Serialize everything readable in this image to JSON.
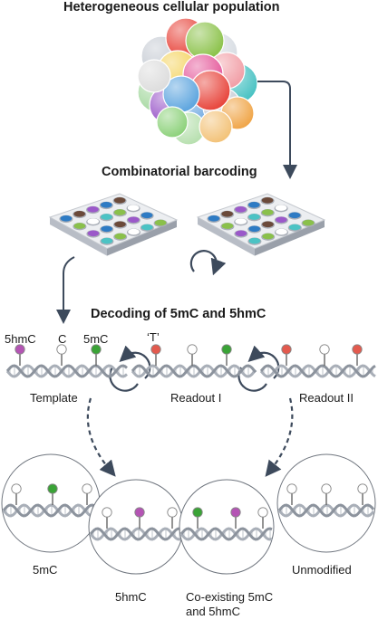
{
  "titles": {
    "population": "Heterogeneous cellular population",
    "barcoding": "Combinatorial barcoding",
    "decoding": "Decoding of 5mC and 5hmC"
  },
  "labels": {
    "m5hmC": "5hmC",
    "mC": "C",
    "m5mC": "5mC",
    "tMark": "‘T’",
    "template": "Template",
    "readout1": "Readout I",
    "readout2": "Readout II",
    "circle_5mC": "5mC",
    "circle_5hmC": "5hmC",
    "circle_coexist_line1": "Co-existing 5mC",
    "circle_coexist_line2": "and 5hmC",
    "circle_unmodified": "Unmodified"
  },
  "colors": {
    "mark_5hmC": "#b454b4",
    "mark_5mC": "#3aa336",
    "mark_T": "#e35a4e",
    "mark_C": "#ffffff",
    "arrow": "#3d4a5c",
    "dna": "#a9afb8"
  },
  "icons": {
    "cell_cluster": "cell-cluster-icon",
    "plate": "well-plate-icon",
    "cycle": "cycle-arrows-icon"
  }
}
